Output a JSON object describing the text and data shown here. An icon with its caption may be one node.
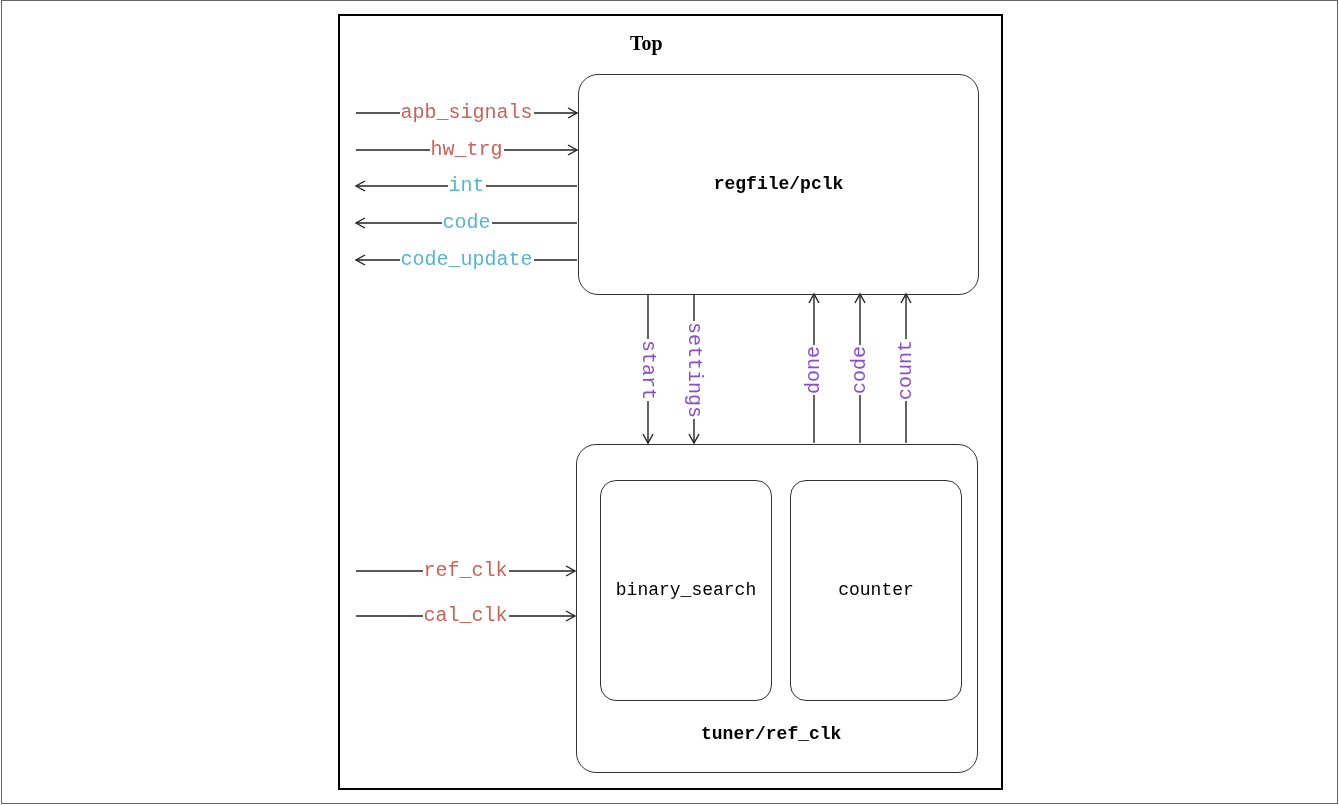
{
  "diagram": {
    "nodes": [
      {
        "text": [
          "Top"
        ]
      },
      {
        "text": [
          "regfile/pclk"
        ],
        "in": 0
      },
      {
        "text": [
          "tuner/ref_clk"
        ],
        "in": 0
      },
      {
        "text": [
          "binary_search"
        ],
        "in": 2
      },
      {
        "text": [
          "counter"
        ],
        "in": 2
      }
    ],
    "edges": [
      {
        "from": null,
        "to": 1,
        "arrow": "to",
        "label": "apb_signals"
      },
      {
        "from": null,
        "to": 1,
        "arrow": "to",
        "label": "hw_trg"
      },
      {
        "from": 1,
        "to": null,
        "arrow": "to",
        "label": "int"
      },
      {
        "from": 1,
        "to": null,
        "arrow": "to",
        "label": "code"
      },
      {
        "from": 1,
        "to": null,
        "arrow": "to",
        "label": "code_update"
      },
      {
        "from": 1,
        "to": 2,
        "arrow": "to",
        "label": "start"
      },
      {
        "from": 1,
        "to": 2,
        "arrow": "to",
        "label": "settings"
      },
      {
        "from": 2,
        "to": 1,
        "arrow": "to",
        "label": "done"
      },
      {
        "from": 2,
        "to": 1,
        "arrow": "to",
        "label": "code"
      },
      {
        "from": 2,
        "to": 1,
        "arrow": "to",
        "label": "count"
      },
      {
        "from": null,
        "to": 2,
        "arrow": "to",
        "label": "ref_clk"
      },
      {
        "from": null,
        "to": 2,
        "arrow": "to",
        "label": "cal_clk"
      }
    ]
  }
}
